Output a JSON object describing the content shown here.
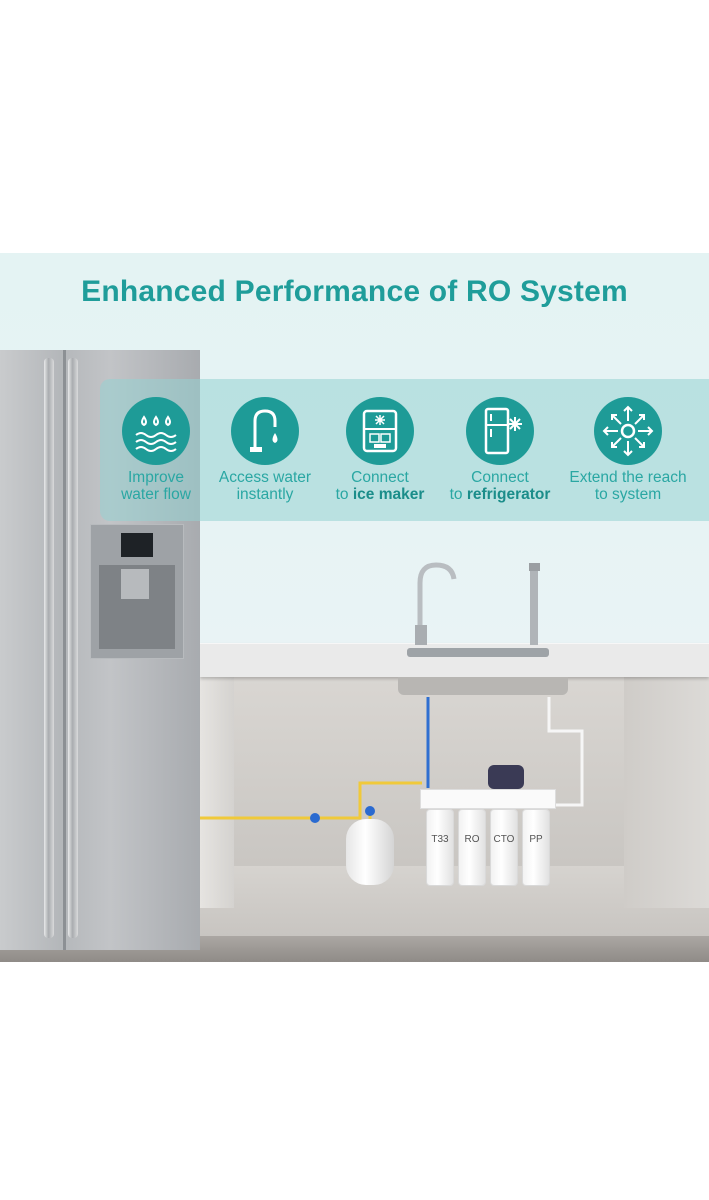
{
  "title": "Enhanced Performance of RO System",
  "features": [
    {
      "icon": "water-drops-icon",
      "line1": "Improve",
      "line2": "water flow"
    },
    {
      "icon": "faucet-icon",
      "line1": "Access water",
      "line2": "instantly"
    },
    {
      "icon": "ice-maker-icon",
      "line1": "Connect",
      "line2_prefix": "to ",
      "line2_bold": "ice maker"
    },
    {
      "icon": "refrigerator-icon",
      "line1": "Connect",
      "line2_prefix": "to ",
      "line2_bold": "refrigerator"
    },
    {
      "icon": "expand-arrows-icon",
      "line1": "Extend the reach",
      "line2": "to system"
    }
  ],
  "filters": [
    "T33",
    "RO",
    "CTO",
    "PP"
  ],
  "colors": {
    "accent": "#1e9b97",
    "title": "#1f9d9a",
    "background": "#e2f1f1"
  }
}
